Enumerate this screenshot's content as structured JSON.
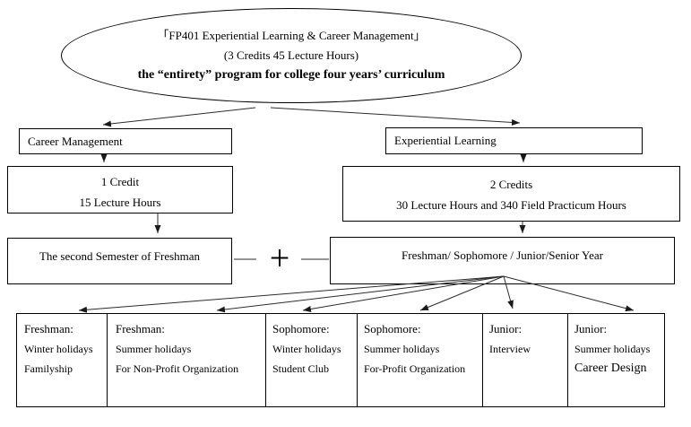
{
  "diagram": {
    "title": {
      "line1": "「FP401 Experiential Learning & Career Management」",
      "line2": "(3 Credits 45 Lecture Hours)",
      "line3": "the “entirety” program for college four years’ curriculum"
    },
    "left_branch": {
      "header": "Career Management",
      "credits": "1 Credit",
      "hours": "15 Lecture Hours",
      "schedule": "The second Semester of Freshman"
    },
    "right_branch": {
      "header": "Experiential Learning",
      "credits": "2 Credits",
      "hours": "30 Lecture Hours and 340 Field Practicum Hours",
      "schedule": "Freshman/ Sophomore / Junior/Senior Year"
    },
    "operator": "+",
    "activities": [
      {
        "term": "Freshman:",
        "lines": [
          "Winter holidays",
          "Familyship"
        ]
      },
      {
        "term": "Freshman:",
        "lines": [
          "Summer holidays",
          "For Non-Profit Organization"
        ]
      },
      {
        "term": "Sophomore:",
        "lines": [
          "Winter holidays",
          "Student Club"
        ]
      },
      {
        "term": "Sophomore:",
        "lines": [
          "Summer holidays",
          "For-Profit Organization"
        ]
      },
      {
        "term": "Junior:",
        "lines": [
          "Interview"
        ]
      },
      {
        "term": "Junior:",
        "lines": [
          "Summer holidays",
          "Career Design"
        ]
      }
    ],
    "colors": {
      "background": "#ffffff",
      "border": "#000000",
      "text": "#000000",
      "connector": "#2b2b2b"
    }
  }
}
